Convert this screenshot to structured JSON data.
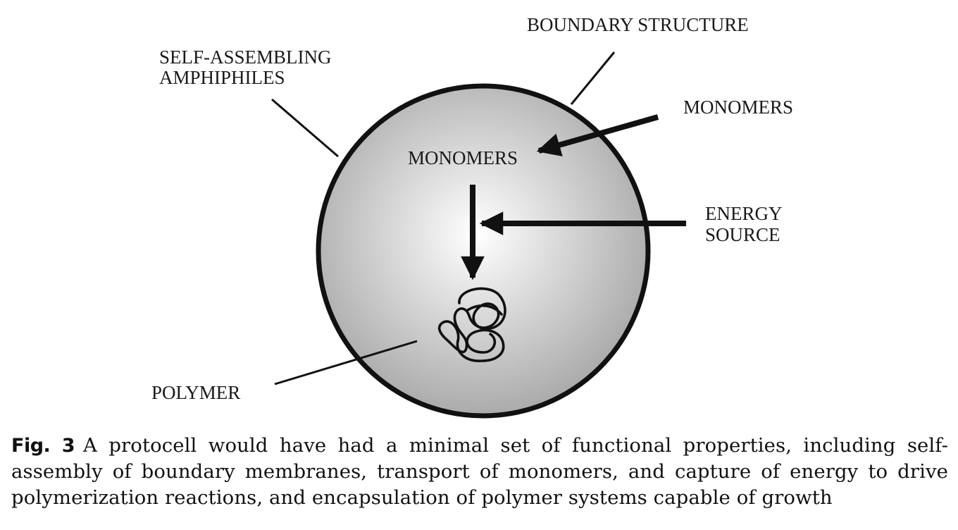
{
  "diagram": {
    "labels": {
      "boundary_structure": "BOUNDARY STRUCTURE",
      "self_assembling_line1": "SELF-ASSEMBLING",
      "self_assembling_line2": "AMPHIPHILES",
      "monomers_outside": "MONOMERS",
      "monomers_inside": "MONOMERS",
      "energy_line1": "ENERGY",
      "energy_line2": "SOURCE",
      "polymer": "POLYMER"
    },
    "colors": {
      "cell_center": "#ffffff",
      "cell_edge": "#a9a9a9",
      "stroke": "#111111"
    }
  },
  "caption": {
    "label": "Fig. 3",
    "text": "A protocell would have had a minimal set of functional properties, including self-assembly of boundary membranes, transport of monomers, and capture of energy to drive polymerization reactions, and encapsulation of polymer systems capable of growth"
  }
}
